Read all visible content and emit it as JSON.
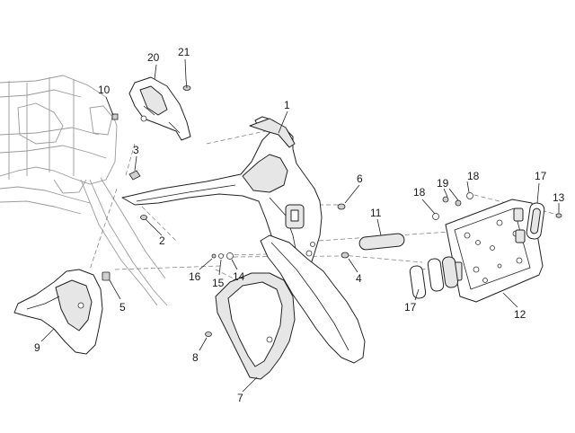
{
  "callouts": [
    {
      "id": "p1",
      "text": "1"
    },
    {
      "id": "p2",
      "text": "2"
    },
    {
      "id": "p3",
      "text": "3"
    },
    {
      "id": "p4",
      "text": "4"
    },
    {
      "id": "p5",
      "text": "5"
    },
    {
      "id": "p6",
      "text": "6"
    },
    {
      "id": "p7",
      "text": "7"
    },
    {
      "id": "p8",
      "text": "8"
    },
    {
      "id": "p9",
      "text": "9"
    },
    {
      "id": "p10",
      "text": "10"
    },
    {
      "id": "p11",
      "text": "11"
    },
    {
      "id": "p12",
      "text": "12"
    },
    {
      "id": "p13",
      "text": "13"
    },
    {
      "id": "p14",
      "text": "14"
    },
    {
      "id": "p15",
      "text": "15"
    },
    {
      "id": "p16",
      "text": "16"
    },
    {
      "id": "p17a",
      "text": "17"
    },
    {
      "id": "p17b",
      "text": "17"
    },
    {
      "id": "p18a",
      "text": "18"
    },
    {
      "id": "p18b",
      "text": "18"
    },
    {
      "id": "p19",
      "text": "19"
    },
    {
      "id": "p20",
      "text": "20"
    },
    {
      "id": "p21",
      "text": "21"
    }
  ]
}
